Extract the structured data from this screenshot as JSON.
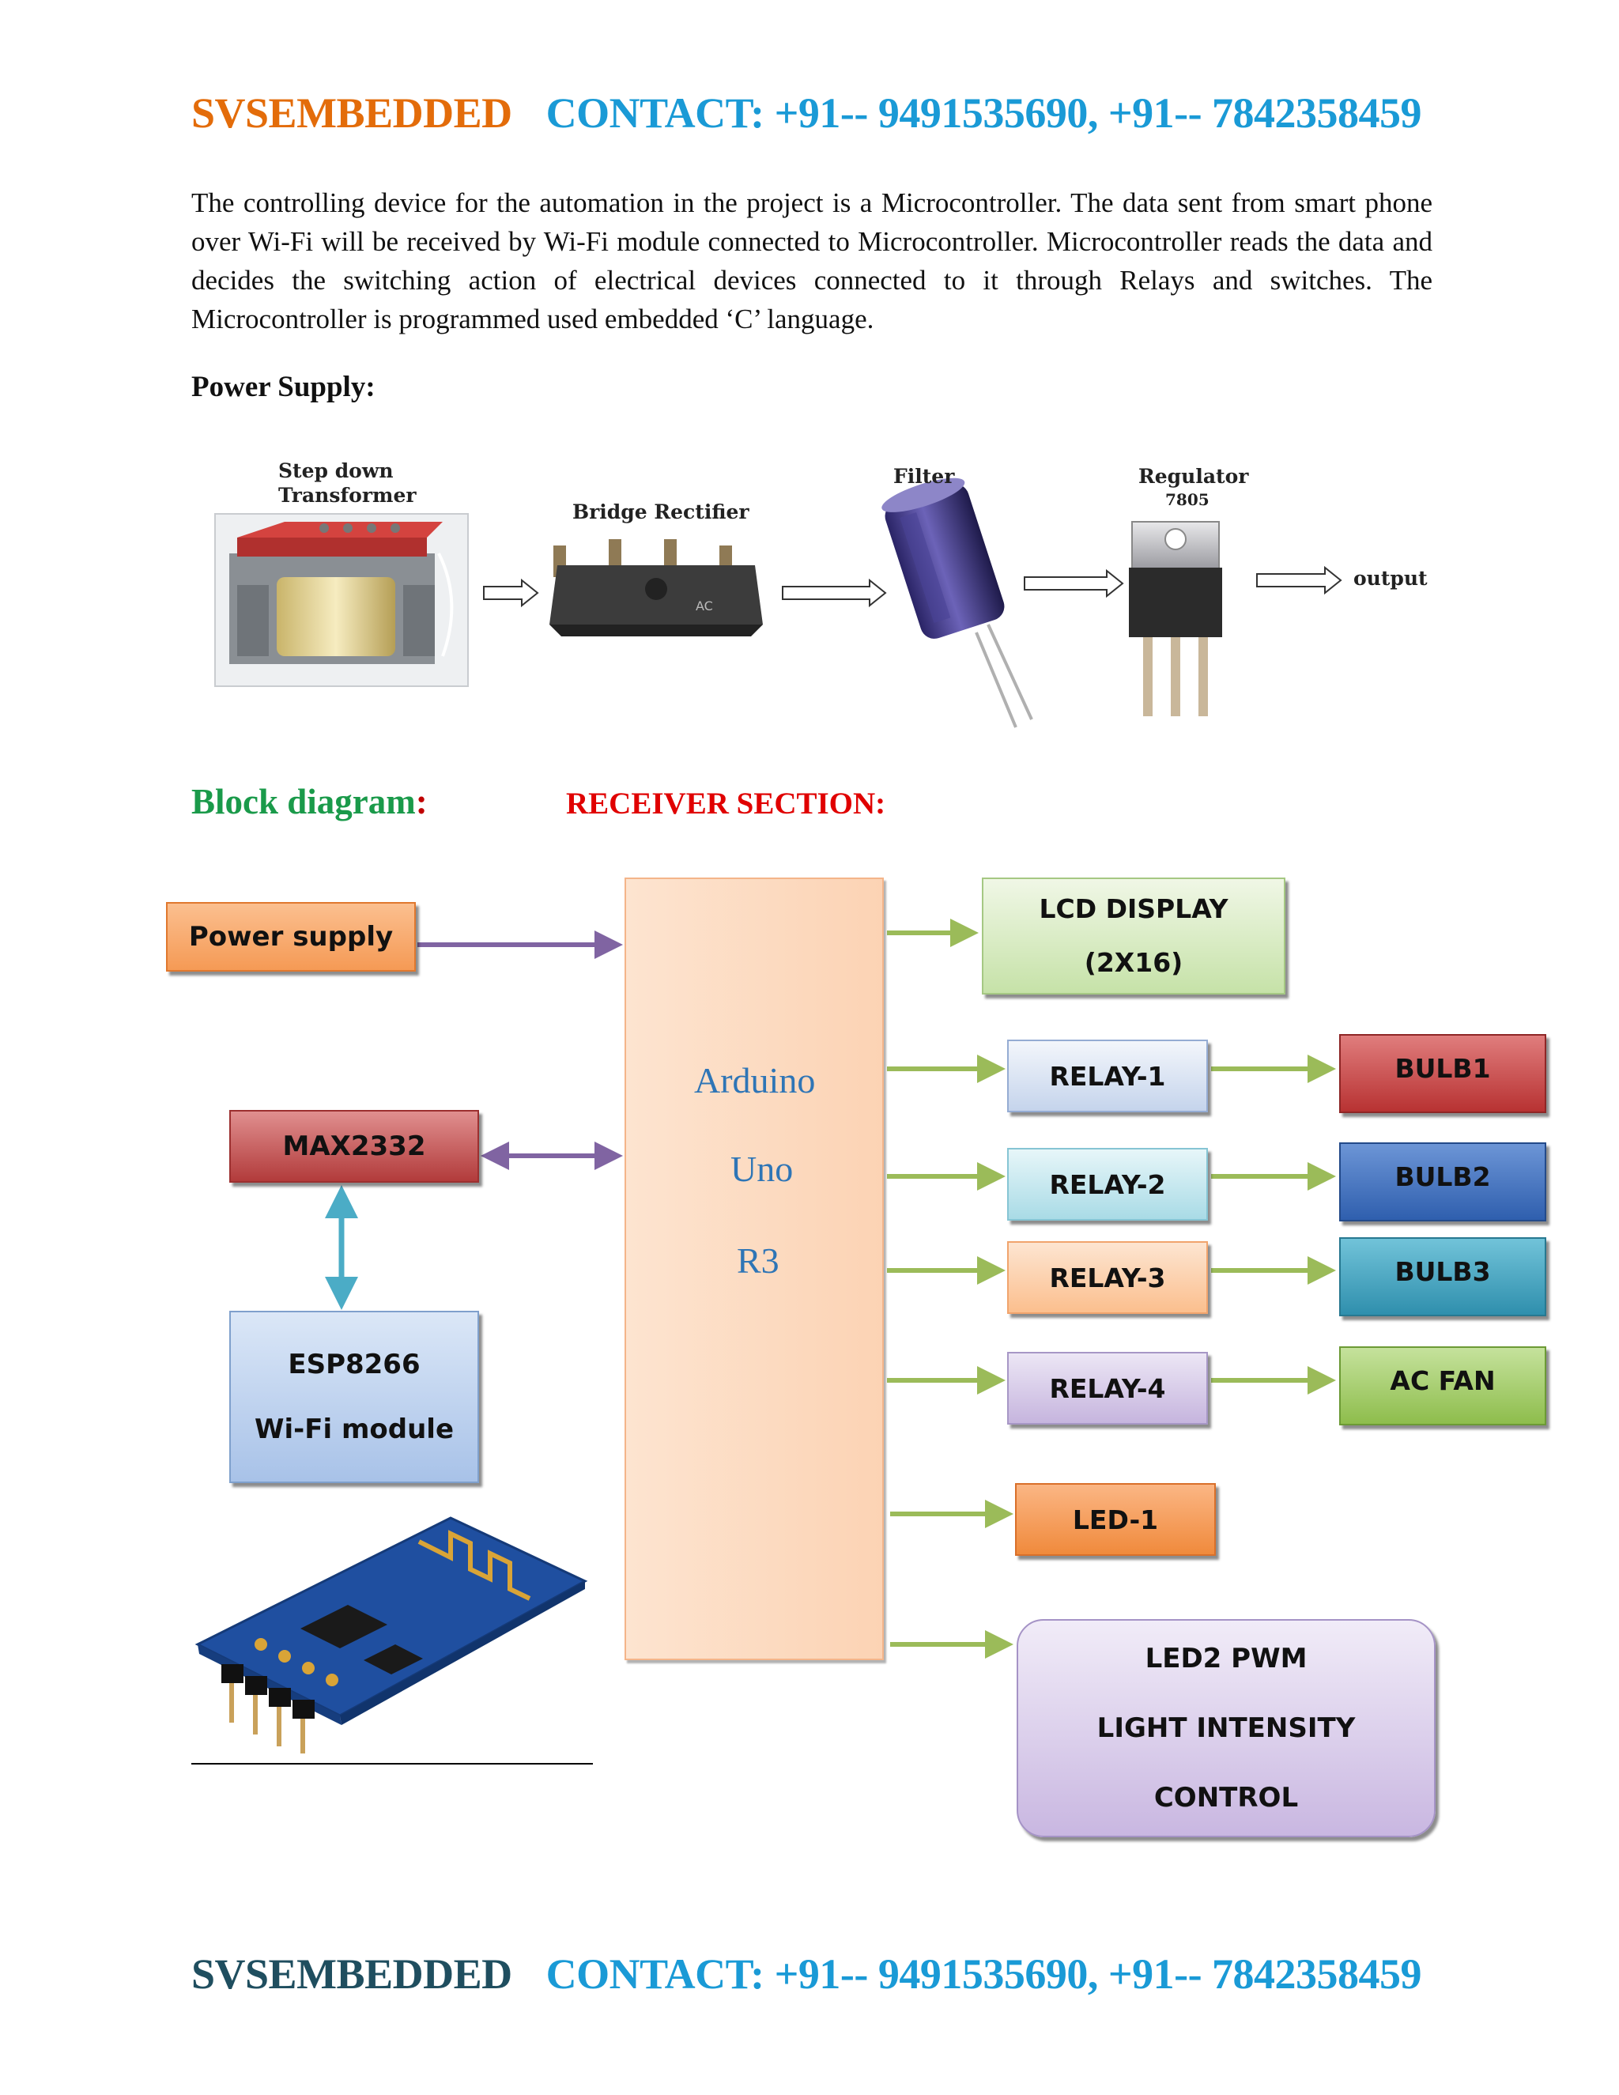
{
  "header": {
    "brand": "SVSEMBEDDED",
    "contact": "CONTACT: +91-- 9491535690, +91-- 7842358459"
  },
  "intro": {
    "text": "The controlling device for the automation in the project is a Microcontroller. The data sent from smart phone over Wi-Fi will be received by Wi-Fi module connected to Microcontroller. Microcontroller reads the data and decides the switching action of electrical devices connected to it through Relays and switches. The Microcontroller is programmed used embedded ‘C’ language."
  },
  "power_supply_section": {
    "title": "Power Supply:",
    "labels": {
      "transformer_line1": "Step down",
      "transformer_line2": "Transformer",
      "rectifier": "Bridge Rectifier",
      "filter": "Filter",
      "regulator": "Regulator",
      "regulator_part": "7805",
      "output": "output"
    }
  },
  "block_diagram": {
    "title": "Block diagram",
    "colon": ":",
    "receiver_title": "RECEIVER  SECTION:",
    "power_supply": "Power supply",
    "max": "MAX2332",
    "esp_line1": "ESP8266",
    "esp_line2": "Wi-Fi module",
    "arduino_line1": "Arduino",
    "arduino_line2": "Uno",
    "arduino_line3": "R3",
    "lcd_line1": "LCD DISPLAY",
    "lcd_line2": "(2X16)",
    "relay1": "RELAY-1",
    "relay2": "RELAY-2",
    "relay3": "RELAY-3",
    "relay4": "RELAY-4",
    "bulb1": "BULB1",
    "bulb2": "BULB2",
    "bulb3": "BULB3",
    "fan": "AC FAN",
    "led1": "LED-1",
    "led2_line1": "LED2 PWM",
    "led2_line2": "LIGHT INTENSITY",
    "led2_line3": "CONTROL"
  },
  "colors": {
    "brand_top": "#e36c0a",
    "brand_bottom": "#1f4e5f",
    "contact": "#1a9ad6",
    "block_title": "#1a9a4a",
    "receiver_title": "#e00000",
    "arduino_text": "#2e75b6",
    "arrow_green": "#9bbb59",
    "arrow_purple": "#8064a2",
    "arrow_cyan": "#4bacc6"
  }
}
